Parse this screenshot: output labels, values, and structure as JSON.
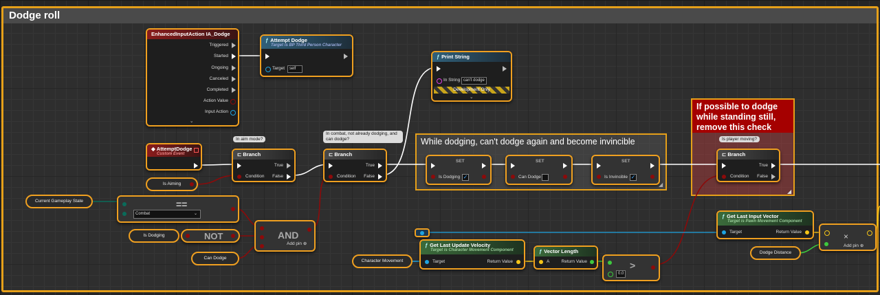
{
  "graph": {
    "comment_title": "Dodge roll"
  },
  "nodes": {
    "input_action": {
      "title": "EnhancedInputAction IA_Dodge",
      "pins": [
        "Triggered",
        "Started",
        "Ongoing",
        "Canceled",
        "Completed",
        "Action Value",
        "Input Action"
      ]
    },
    "attempt_dodge": {
      "title": "Attempt Dodge",
      "subtitle": "Target is BP Third Person Character",
      "target_label": "Target",
      "target_value": "self"
    },
    "print_string": {
      "title": "Print String",
      "in_string_label": "In String",
      "in_string_value": "can't dodge",
      "footer": "Development Only"
    },
    "custom_event": {
      "title": "AttemptDodge",
      "subtitle": "Custom Event"
    },
    "branch1": {
      "title": "Branch",
      "true_label": "True",
      "false_label": "False",
      "condition_label": "Condition",
      "bubble": "In aim mode?"
    },
    "branch2": {
      "title": "Branch",
      "true_label": "True",
      "false_label": "False",
      "condition_label": "Condition",
      "bubble": "In combat, not already dodging, and can dodge?"
    },
    "branch3": {
      "title": "Branch",
      "true_label": "True",
      "false_label": "False",
      "condition_label": "Condition",
      "bubble": "Is player moving?"
    },
    "is_aiming": {
      "label": "Is Aiming"
    },
    "current_gameplay_state": {
      "label": "Current Gameplay State"
    },
    "equal_enum": {
      "symbol": "==",
      "value": "Combat"
    },
    "is_dodging": {
      "label": "Is Dodging"
    },
    "not_node": {
      "label": "NOT"
    },
    "and_node": {
      "label": "AND",
      "add_pin": "Add pin"
    },
    "can_dodge_var": {
      "label": "Can Dodge"
    },
    "comment_dodging": {
      "text": "While dodging, can't dodge again and become invincible"
    },
    "comment_remove": {
      "text": "If possible to dodge while standing still, remove this check"
    },
    "set1": {
      "title": "SET",
      "label": "Is Dodging"
    },
    "set2": {
      "title": "SET",
      "label": "Can Dodge"
    },
    "set3": {
      "title": "SET",
      "label": "Is Invincible"
    },
    "char_movement": {
      "label": "Character Movement"
    },
    "get_velocity": {
      "title": "Get Last Update Velocity",
      "subtitle": "Target is Character Movement Component",
      "target_label": "Target",
      "return_label": "Return Value"
    },
    "vector_length": {
      "title": "Vector Length",
      "a_label": "A",
      "return_label": "Return Value"
    },
    "greater": {
      "symbol": ">",
      "value": "0.0"
    },
    "get_input": {
      "title": "Get Last Input Vector",
      "subtitle": "Target is Pawn Movement Component",
      "target_label": "Target",
      "return_label": "Return Value"
    },
    "dodge_distance": {
      "label": "Dodge Distance"
    },
    "multiply": {
      "symbol": "×",
      "add_pin": "Add pin"
    }
  },
  "colors": {
    "accent": "#f0a020",
    "exec": "#ffffff",
    "bool_pin": "#8c0a0a",
    "object_pin": "#1fa3e0",
    "vector_pin": "#f5c518",
    "float_pin": "#3ec93e",
    "string_pin": "#e040e0",
    "enum_pin": "#0a6b5a",
    "comment_red": "#a50000"
  }
}
